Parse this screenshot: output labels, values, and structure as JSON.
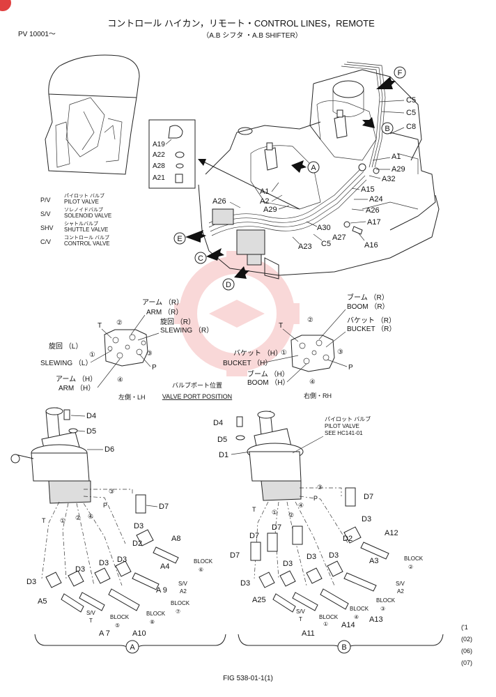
{
  "header": {
    "title": "コントロール ハイカン，リモート・CONTROL LINES，REMOTE",
    "subtitle": "（A.B シフタ ・A.B SHIFTER）",
    "serial": "PV 10001～"
  },
  "legend": [
    {
      "abbr": "P/V",
      "jp": "パイロット バルブ",
      "en": "PILOT VALVE"
    },
    {
      "abbr": "S/V",
      "jp": "ソレノイドバルブ",
      "en": "SOLENOID VALVE"
    },
    {
      "abbr": "SHV",
      "jp": "シャトルバルブ",
      "en": "SHUTTLE VALVE"
    },
    {
      "abbr": "C/V",
      "jp": "コントロール バルブ",
      "en": "CONTROL VALVE"
    }
  ],
  "detail_parts": [
    "A19",
    "A22",
    "A28",
    "A21"
  ],
  "view_markers": [
    "A",
    "B",
    "C",
    "D",
    "E",
    "F"
  ],
  "top_labels": {
    "right": [
      "C5",
      "C5",
      "C8",
      "A1",
      "A29",
      "A32",
      "A15",
      "A24",
      "A26",
      "A17",
      "A16",
      "A27"
    ],
    "left": [
      "A26",
      "A1",
      "A2",
      "A29",
      "A30",
      "A23",
      "C5"
    ]
  },
  "valve_port_title": {
    "jp": "バルブポート位置",
    "en": "VALVE PORT POSITION"
  },
  "left_port": {
    "caption": "左側・LH",
    "arm_r": {
      "jp": "アーム （R）",
      "en": "ARM （R）"
    },
    "slewing_r": {
      "jp": "旋回 （R）",
      "en": "SLEWING （R）"
    },
    "slewing_l": {
      "jp": "旋回 （L）",
      "en": "SLEWING （L）"
    },
    "arm_h": {
      "jp": "アーム （H）",
      "en": "ARM （H）"
    },
    "t": "T",
    "p": "P",
    "p1": "①",
    "p2": "②",
    "p3": "③",
    "p4": "④"
  },
  "right_port": {
    "caption": "右側・RH",
    "boom_r": {
      "jp": "ブーム （R）",
      "en": "BOOM （R）"
    },
    "bucket_r": {
      "jp": "バケット （R）",
      "en": "BUCKET （R）"
    },
    "bucket_h": {
      "jp": "バケット （H）",
      "en": "BUCKET （H）"
    },
    "boom_h": {
      "jp": "ブーム （H）",
      "en": "BOOM （H）"
    },
    "t": "T",
    "p": "P",
    "p1": "①",
    "p2": "②",
    "p3": "③",
    "p4": "④"
  },
  "view_a": {
    "marker": "A",
    "labels": [
      "D4",
      "D5",
      "D6",
      "D7",
      "D3",
      "D2",
      "A8",
      "D3",
      "D3",
      "A4",
      "D3",
      "A 9",
      "A5",
      "A 7",
      "A10"
    ],
    "block_labels": [
      "BLOCK",
      "BLOCK",
      "BLOCK",
      "S/V",
      "S/V"
    ],
    "block_marks": [
      "⑥",
      "⑦",
      "⑤",
      "⑧",
      "A2",
      "T"
    ],
    "ports": [
      "③",
      "P",
      "T",
      "①",
      "②",
      "④"
    ]
  },
  "view_b": {
    "marker": "B",
    "labels": [
      "D4",
      "D5",
      "D1",
      "D7",
      "D7",
      "D7",
      "D7",
      "D3",
      "D2",
      "A12",
      "D3",
      "D3",
      "D3",
      "A3",
      "D3",
      "A25",
      "A11",
      "A14",
      "A13"
    ],
    "pilot_note": [
      "パイロット バルブ",
      "PILOT VALVE",
      "SEE HC141-01"
    ],
    "block_labels": [
      "BLOCK",
      "BLOCK",
      "BLOCK",
      "BLOCK",
      "S/V",
      "S/V"
    ],
    "block_marks": [
      "②",
      "③",
      "④",
      "①",
      "A2",
      "T"
    ],
    "ports": [
      "③",
      "P",
      "T",
      "①",
      "②",
      "④"
    ]
  },
  "edition_notes": [
    "('1",
    "(02)",
    "(06)",
    "(07)"
  ],
  "figure_number": "FIG 538-01-1(1)"
}
